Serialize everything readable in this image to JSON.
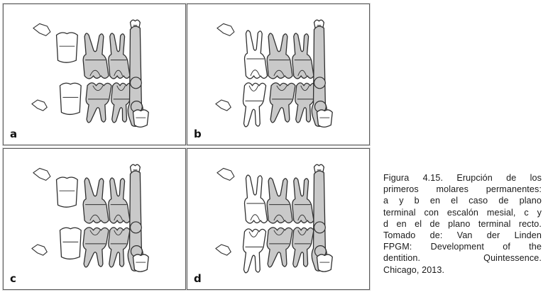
{
  "panels": [
    {
      "id": "a",
      "label": "a",
      "variant": "a"
    },
    {
      "id": "b",
      "label": "b",
      "variant": "b"
    },
    {
      "id": "c",
      "label": "c",
      "variant": "c"
    },
    {
      "id": "d",
      "label": "d",
      "variant": "d"
    }
  ],
  "caption": {
    "lines": [
      "Figura 4.15. Erupción de los",
      "primeros molares permanentes:",
      "a y b en el caso de plano",
      "terminal con escalón mesial, c y",
      "d en el de plano terminal recto.",
      "Tomado de: Van der Linden",
      "FPGM: Development of the",
      "dentition. Quintessence.",
      "Chicago, 2013."
    ]
  },
  "colors": {
    "tooth_fill": "#c9c9c9",
    "tooth_outline": "#2e2e2e",
    "panel_border": "#5a5a5a",
    "background": "#ffffff"
  }
}
